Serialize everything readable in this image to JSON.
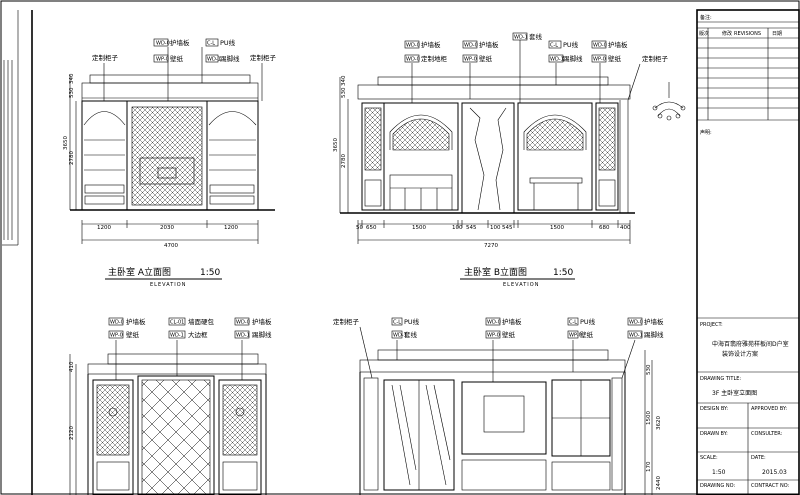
{
  "title_block": {
    "revision_header": [
      "版次",
      "修改",
      "REVISIONS",
      "日期"
    ],
    "rev_caption": "备注:",
    "remark_caption": "声明:",
    "project_caption": "PROJECT:\n工程名称:",
    "project_name": [
      "中海百翡府雅苑样板间D户室",
      "装饰设计方案"
    ],
    "drawing_title_caption": "DRAWING TITLE:\n图纸名称:",
    "drawing_title": "3F 主卧室立面图",
    "design_caption": "DESIGN BY:\n设计:",
    "approved_caption": "APPROVED BY:\n审核:",
    "drawn_caption": "DRAWN BY:\n制图:",
    "consultant_caption": "CONSULTER:\n顾问:",
    "scale_caption": "SCALE:\n比例:",
    "date_caption": "DATE:\n日期:",
    "scale": "1:50",
    "date": "2015.03",
    "drawing_no_caption": "DRAWING NO:\n图纸编号:",
    "contract_no_caption": "CONTRACT NO:\n合同编号:"
  },
  "views": {
    "A": {
      "title": "主卧室  A立面图",
      "scale": "1:50",
      "subtitle": "ELEVATION",
      "labels": [
        {
          "tag": "WD-0",
          "text": "护墙板"
        },
        {
          "tag": "C-L",
          "text": "PU线"
        },
        {
          "tag": "WP-0",
          "text": "壁纸"
        },
        {
          "tag": "WD-1",
          "text": "踢脚线"
        }
      ],
      "side_labels": [
        "定制柜子",
        "定制柜子"
      ],
      "dims_bottom": [
        "1200",
        "2030",
        "1200"
      ],
      "dims_total": "4700",
      "dims_left": [
        "3650",
        "2780",
        "530",
        "340"
      ]
    },
    "B": {
      "title": "主卧室  B立面图",
      "scale": "1:50",
      "subtitle": "ELEVATION",
      "labels_top": [
        {
          "tag": "WD-0",
          "text": "护墙板"
        },
        {
          "tag": "WD-0",
          "text": "护墙板"
        },
        {
          "tag": "WD-1",
          "text": "套线"
        },
        {
          "tag": "C-L",
          "text": "PU线"
        },
        {
          "tag": "WD-0",
          "text": "护墙板"
        }
      ],
      "labels_second": [
        {
          "tag": "WD-0",
          "text": "定制地柜"
        },
        {
          "tag": "WP-0",
          "text": "壁纸"
        },
        {
          "tag": "WD-1",
          "text": "踢脚线"
        },
        {
          "tag": "WP-0",
          "text": "壁纸"
        }
      ],
      "side_labels": [
        "定制柜子"
      ],
      "dims_bottom": [
        "50",
        "650",
        "1500",
        "100",
        "545",
        "100",
        "545",
        "1500",
        "680",
        "400"
      ],
      "dims_total": "7270",
      "dims_left": [
        "3650",
        "2780",
        "530",
        "340"
      ]
    },
    "C": {
      "labels": [
        {
          "tag": "WD-0",
          "text": "护墙板"
        },
        {
          "tag": "CL-01",
          "text": "墙面硬包"
        },
        {
          "tag": "WD-0",
          "text": "护墙板"
        },
        {
          "tag": "WP-0",
          "text": "壁纸"
        },
        {
          "tag": "WD-1",
          "text": "大边框"
        },
        {
          "tag": "WD-1",
          "text": "踢脚线"
        }
      ],
      "dims_left": [
        "410",
        "2120"
      ]
    },
    "D": {
      "labels": [
        {
          "tag": "C-L",
          "text": "PU线"
        },
        {
          "tag": "WD-0",
          "text": "护墙板"
        },
        {
          "tag": "C-L",
          "text": "PU线"
        },
        {
          "tag": "WD-0",
          "text": "护墙板"
        },
        {
          "tag": "WD-1",
          "text": "套线"
        },
        {
          "tag": "WP-0",
          "text": "壁纸"
        },
        {
          "tag": "WP-0",
          "text": "壁纸"
        },
        {
          "tag": "WD-1",
          "text": "踢脚线"
        }
      ],
      "side_labels": [
        "定制柜子"
      ],
      "dims_right": [
        "530",
        "1500",
        "3620",
        "170",
        "2440"
      ]
    }
  }
}
